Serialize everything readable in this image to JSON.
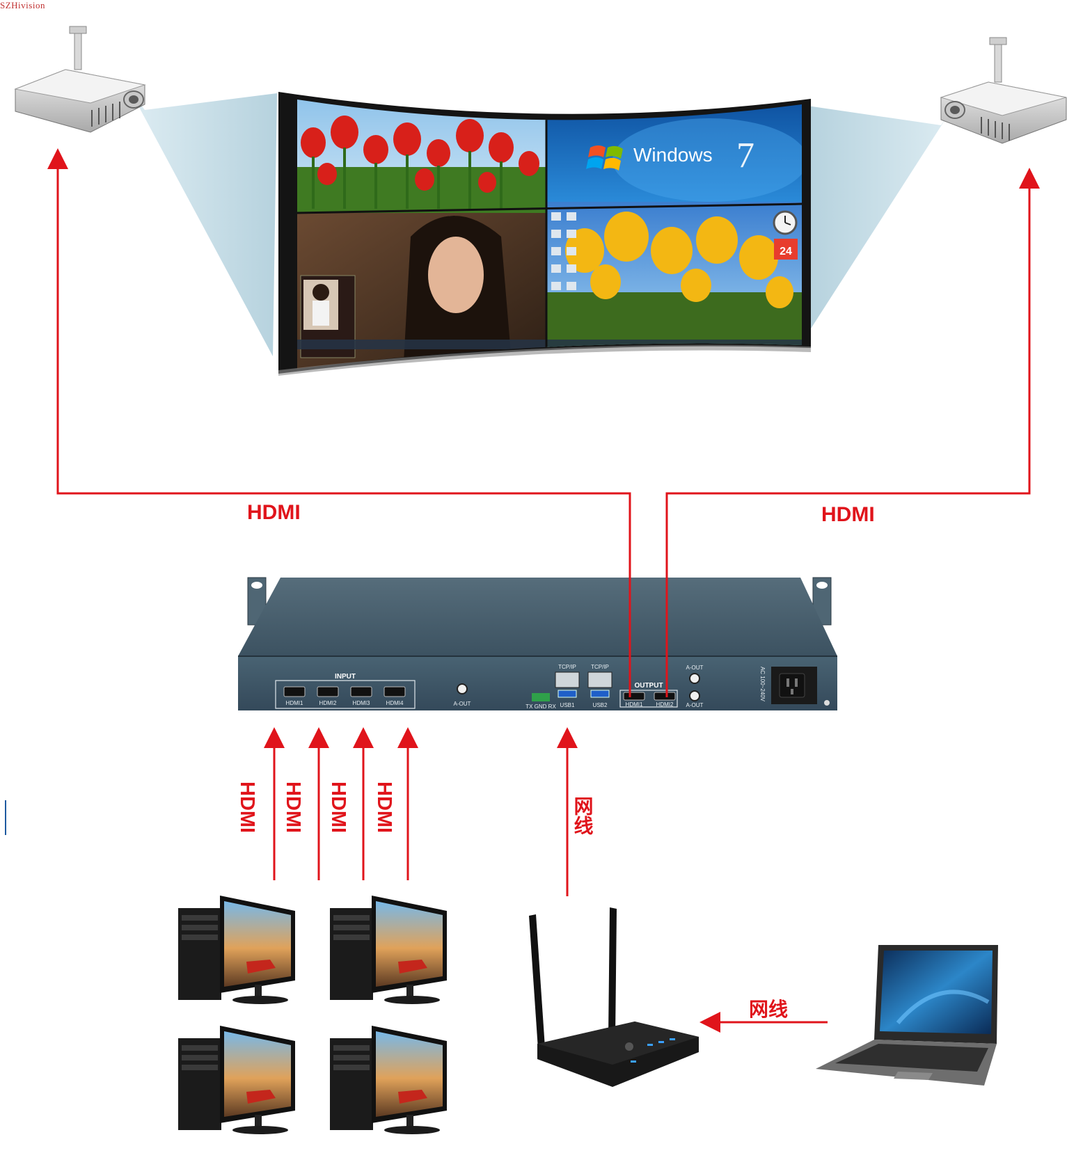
{
  "watermark": "SZHivision",
  "colors": {
    "signal": "#e0141b",
    "device_body": "#3d5563",
    "beam": "#bcd8e4"
  },
  "connections": {
    "output_left_label": "HDMI",
    "output_right_label": "HDMI",
    "input_labels": [
      "HDMI",
      "HDMI",
      "HDMI",
      "HDMI"
    ],
    "network_vertical_label": "网线",
    "network_horizontal_label": "网线"
  },
  "device": {
    "input_group_label": "INPUT",
    "input_ports": [
      "HDMI1",
      "HDMI2",
      "HDMI3",
      "HDMI4"
    ],
    "aout_left": "A-OUT",
    "serial_label": "TX GND RX",
    "lan_labels": [
      "TCP/IP",
      "TCP/IP"
    ],
    "usb_labels": [
      "USB1",
      "USB2"
    ],
    "output_group_label": "OUTPUT",
    "output_ports": [
      "HDMI1",
      "HDMI2"
    ],
    "aout_right_top": "A-OUT",
    "aout_right_bottom": "A-OUT",
    "power_label": "AC 100~240V"
  },
  "screen": {
    "brand_text": "Windows",
    "version_text": "7",
    "calendar_day": "24"
  },
  "icons": {
    "projectors": [
      "projector-icon",
      "projector-icon"
    ],
    "sources": [
      "desktop-pc-icon",
      "desktop-pc-icon",
      "desktop-pc-icon",
      "desktop-pc-icon"
    ],
    "router": "wifi-router-icon",
    "laptop": "laptop-icon"
  }
}
